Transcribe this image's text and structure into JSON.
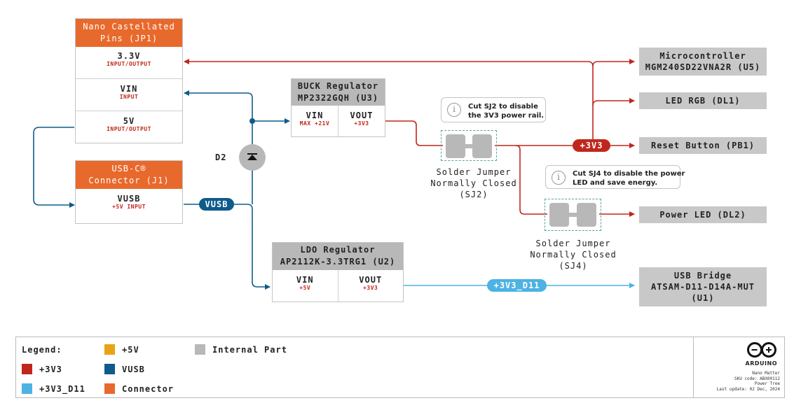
{
  "colors": {
    "v3v3": "#c0271c",
    "vusb": "#0f5b8a",
    "v3v3_d11": "#4cb3e3",
    "v5": "#e8a317",
    "connector": "#e8692c",
    "internal": "#b8b8b8"
  },
  "jp1": {
    "title": [
      "Nano Castellated",
      "Pins (JP1)"
    ],
    "pins": [
      {
        "name": "3.3V",
        "desc": "INPUT/OUTPUT"
      },
      {
        "name": "VIN",
        "desc": "INPUT"
      },
      {
        "name": "5V",
        "desc": "INPUT/OUTPUT"
      }
    ]
  },
  "j1": {
    "title": [
      "USB-C®",
      "Connector (J1)"
    ],
    "pin": {
      "name": "VUSB",
      "desc": "+5V INPUT"
    }
  },
  "buck": {
    "title": [
      "BUCK Regulator",
      "MP2322GQH (U3)"
    ],
    "vin": {
      "name": "VIN",
      "desc": "MAX +21V"
    },
    "vout": {
      "name": "VOUT",
      "desc": "+3V3"
    }
  },
  "ldo": {
    "title": [
      "LDO Regulator",
      "AP2112K-3.3TRG1 (U2)"
    ],
    "vin": {
      "name": "VIN",
      "desc": "+5V"
    },
    "vout": {
      "name": "VOUT",
      "desc": "+3V3"
    }
  },
  "diode_label": "D2",
  "targets": {
    "mcu": [
      "Microcontroller",
      "MGM240SD22VNA2R (U5)"
    ],
    "led_rgb": "LED RGB (DL1)",
    "reset": "Reset Button (PB1)",
    "power_led": "Power LED (DL2)",
    "usb_bridge": [
      "USB Bridge",
      "ATSAM-D11-D14A-MUT",
      "(U1)"
    ]
  },
  "pills": {
    "v3v3": "+3V3",
    "vusb": "VUSB",
    "v3v3_d11": "+3V3_D11"
  },
  "sj2": {
    "caption": [
      "Solder Jumper",
      "Normally Closed",
      "(SJ2)"
    ],
    "note": [
      "Cut SJ2 to disable",
      "the 3V3 power rail."
    ],
    "icon": "info-icon"
  },
  "sj4": {
    "caption": [
      "Solder Jumper",
      "Normally Closed",
      "(SJ4)"
    ],
    "note": [
      "Cut SJ4 to disable the power",
      "LED and save energy."
    ],
    "icon": "info-icon"
  },
  "legend": {
    "title": "Legend:",
    "items": [
      {
        "label": "+3V3",
        "color": "#c0271c"
      },
      {
        "label": "+3V3_D11",
        "color": "#4cb3e3"
      },
      {
        "label": "+5V",
        "color": "#e8a317"
      },
      {
        "label": "VUSB",
        "color": "#0f5b8a"
      },
      {
        "label": "Connector",
        "color": "#e8692c"
      },
      {
        "label": "Internal Part",
        "color": "#b8b8b8"
      }
    ]
  },
  "brand": {
    "name": "ARDUINO",
    "meta": [
      "Nano Matter",
      "SKU code: ABX00112",
      "Power Tree",
      "Last update: 02 Dec, 2024"
    ]
  }
}
